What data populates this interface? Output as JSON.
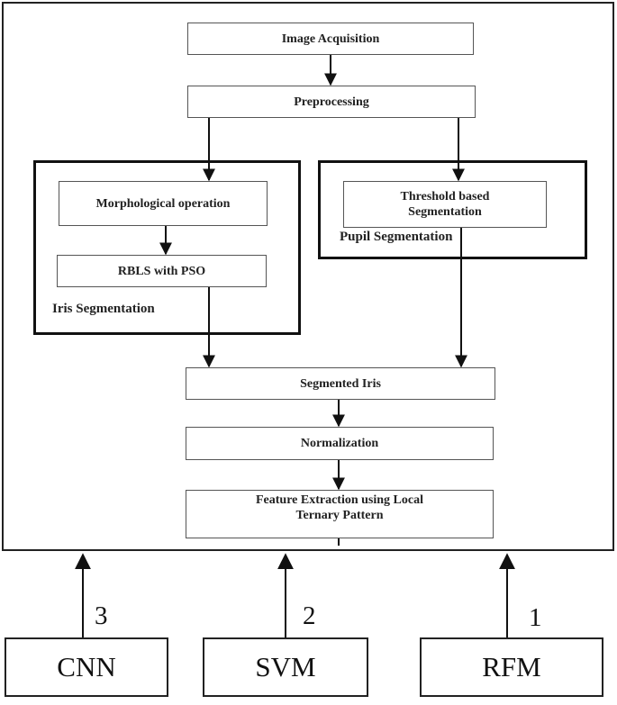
{
  "nodes": {
    "acquisition": "Image Acquisition",
    "preprocessing": "Preprocessing",
    "morphological": "Morphological operation",
    "rbls": "RBLS with PSO",
    "threshold": "Threshold based Segmentation",
    "segmented": "Segmented Iris",
    "normalization": "Normalization",
    "feature": "Feature Extraction using Local Ternary Pattern"
  },
  "groups": {
    "iris": "Iris Segmentation",
    "pupil": "Pupil Segmentation"
  },
  "classifiers": [
    {
      "label": "CNN",
      "rank": "3"
    },
    {
      "label": "SVM",
      "rank": "2"
    },
    {
      "label": "RFM",
      "rank": "1"
    }
  ]
}
